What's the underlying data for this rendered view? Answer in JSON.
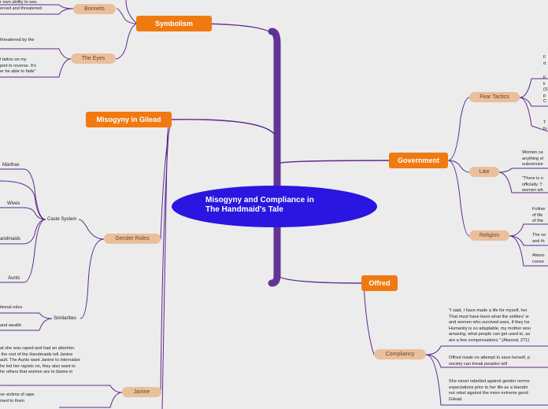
{
  "central": {
    "line1": "Misogyny and Compliance in",
    "line2": "The Handmaid's Tale"
  },
  "branches": {
    "symbolism": "Symbolism",
    "misogyny": "Misogyny in Gilead",
    "government": "Government",
    "offred": "Offred"
  },
  "subtopics": {
    "bonnets": "Bonnets",
    "eyes": "The Eyes",
    "gender_roles": "Gender Roles",
    "caste_system": "Caste System",
    "similarities": "Similarities",
    "janine": "Janine",
    "fear_tactics": "Fear Tactics",
    "law": "Law",
    "religion": "Religion",
    "compliancy": "Compliancy"
  },
  "castes": {
    "marthas": "Marthas",
    "wives": "Wives",
    "handmaids": "andmaids",
    "aunts": "Aunts"
  },
  "notes": {
    "bonnets": "r own ability to see.\nerved and threatened",
    "eyes_1": "threatened by the",
    "eyes_2": "l tattoo on my\nport in reverse. It's\ner be able to fade\"",
    "similarities_1": "itional roles",
    "similarities_2": "and wealth",
    "janine_1": "at she was raped and had an abortion.\n the rest of the Handmaids tell Janine\nault. The Aunts want Janine to internalize\nhe led her rapists on, they also want to\nhe others that women are to blame in",
    "janine_2": "ve victims of rape\nmed to them",
    "fear_1": "F\nd",
    "fear_2": "E\nli\n(S\np\nC",
    "fear_3": "T\nfo",
    "law_1": "Women ca\nanything el\nsubversive",
    "law_2": "\"There is n\nofficially. T\nwomen wh",
    "religion_1": "Follow\nof life\nof the",
    "religion_2": "The no\nand th",
    "religion_3": "Atwoo\nconse",
    "compliancy_1": "\"I said, I have made a life for myself, her\nThat must have been what the settlers' w\nand women who survived wars, if they ha\nHumanity is so adaptable, my mother wou\namazing, what people can get used to, as\nare a few compensations.\" (Atwood, 271)",
    "compliancy_2": "Offred made no attempt to save herself, p\nsociety can break peoples will",
    "compliancy_3": "She never rebelled against gender norms\nexpectations prior to her life as a Handm\nnot rebel against the more extreme gend\nGilead."
  },
  "colors": {
    "background": "#ececec",
    "central": "#2a16e0",
    "main_branch": "#f07a10",
    "subtopic": "#e9bf9c",
    "trunk": "#5b2a8e",
    "link": "#5b2a8e"
  }
}
